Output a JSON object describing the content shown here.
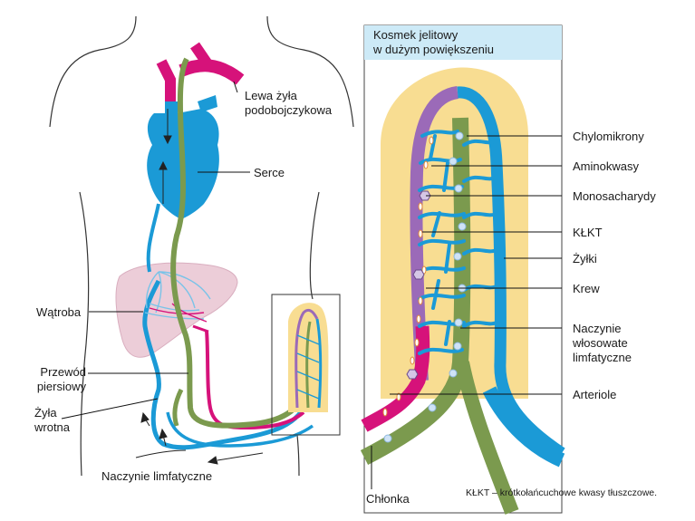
{
  "header": {
    "title": "Kosmek jelitowy\nw dużym powiększeniu"
  },
  "labels_body": {
    "lewa_zyla": "Lewa żyła\npodobojczykowa",
    "serce": "Serce",
    "watroba": "Wątroba",
    "przewod": "Przewód\npiersiowy",
    "zyla_wrotna": "Żyła\nwrotna",
    "naczynie_limfatyczne": "Naczynie limfatyczne"
  },
  "labels_villus": {
    "chylomikrony": "Chylomikrony",
    "aminokwasy": "Aminokwasy",
    "monosacharydy": "Monosacharydy",
    "klkt": "KŁKT",
    "zylki": "Żyłki",
    "krew": "Krew",
    "naczynie_wlosowate": "Naczynie\nwłosowate\nlimfatyczne",
    "arteriole": "Arteriole",
    "chlonka": "Chłonka"
  },
  "footnote": "KŁKT – krótkołańcuchowe kwasy tłuszczowe.",
  "colors": {
    "vein_blue": "#1b9ad6",
    "artery_magenta": "#d6127a",
    "lymph_green": "#7b9a4e",
    "villus_fill": "#f8dd92",
    "purple": "#9b6ab8",
    "liver": "#eccdd8",
    "header_bg": "#cdeaf7"
  }
}
